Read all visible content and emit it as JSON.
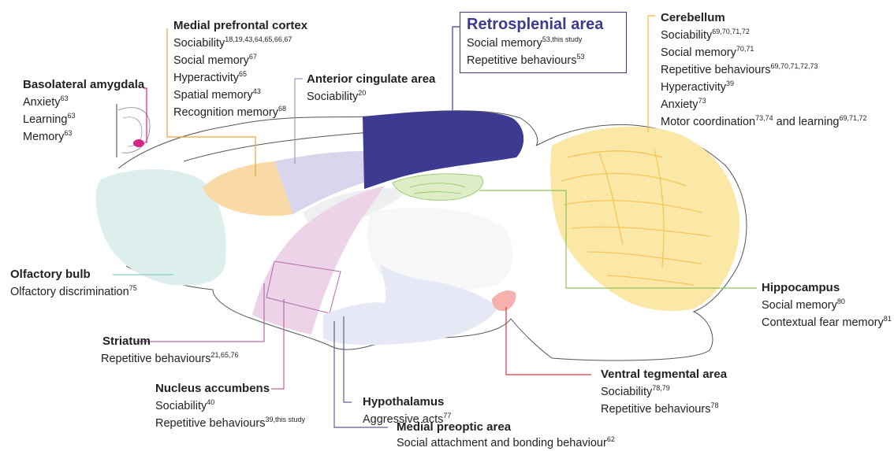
{
  "regions": {
    "basolateral": {
      "title": "Basolateral amygdala",
      "items": [
        {
          "text": "Anxiety",
          "sup": "63"
        },
        {
          "text": "Learning",
          "sup": "63"
        },
        {
          "text": "Memory",
          "sup": "63"
        }
      ]
    },
    "mpfc": {
      "title": "Medial prefrontal cortex",
      "items": [
        {
          "text": "Sociability",
          "sup": "18,19,43,64,65,66,67"
        },
        {
          "text": "Social memory",
          "sup": "67"
        },
        {
          "text": "Hyperactivity",
          "sup": "65"
        },
        {
          "text": "Spatial memory",
          "sup": "43"
        },
        {
          "text": "Recognition memory",
          "sup": "68"
        }
      ]
    },
    "acc": {
      "title": "Anterior cingulate area",
      "items": [
        {
          "text": "Sociability",
          "sup": "20"
        }
      ]
    },
    "retro": {
      "title": "Retrosplenial area",
      "items": [
        {
          "text": "Social memory",
          "sup": "53,this study"
        },
        {
          "text": "Repetitive behaviours",
          "sup": "53"
        }
      ]
    },
    "cerebellum": {
      "title": "Cerebellum",
      "items": [
        {
          "text": "Sociability",
          "sup": "69,70,71,72"
        },
        {
          "text": "Social memory",
          "sup": "70,71"
        },
        {
          "text": "Repetitive behaviours",
          "sup": "69,70,71,72,73"
        },
        {
          "text": "Hyperactivity",
          "sup": "39"
        },
        {
          "text": "Anxiety",
          "sup": "73"
        },
        {
          "text": "Motor coordination",
          "sup": "73,74",
          "text2": " and learning",
          "sup2": "69,71,72"
        }
      ]
    },
    "olfactory": {
      "title": "Olfactory bulb",
      "items": [
        {
          "text": "Olfactory discrimination",
          "sup": "75"
        }
      ]
    },
    "hippocampus": {
      "title": "Hippocampus",
      "items": [
        {
          "text": "Social memory",
          "sup": "80"
        },
        {
          "text": "Contextual fear memory",
          "sup": "81"
        }
      ]
    },
    "striatum": {
      "title": "Striatum",
      "items": [
        {
          "text": "Repetitive behaviours",
          "sup": "21,65,76"
        }
      ]
    },
    "nacc": {
      "title": "Nucleus accumbens",
      "items": [
        {
          "text": "Sociability",
          "sup": "40"
        },
        {
          "text": "Repetitive behaviours",
          "sup": "39,this study"
        }
      ]
    },
    "hypothalamus": {
      "title": "Hypothalamus",
      "items": [
        {
          "text": "Aggressive acts",
          "sup": "77"
        }
      ]
    },
    "vta": {
      "title": "Ventral tegmental area",
      "items": [
        {
          "text": "Sociability",
          "sup": "78,79"
        },
        {
          "text": "Repetitive behaviours",
          "sup": "78"
        }
      ]
    },
    "mpoa": {
      "title": "Medial preoptic area",
      "items": [
        {
          "text": "Social attachment and bonding behaviour",
          "sup": "62"
        }
      ]
    }
  },
  "colors": {
    "retrosplenial": "#3d3a92",
    "cerebellum": "#fbe7a6",
    "cerebellum_line": "#f3b63a",
    "mpfc": "#f9d9a6",
    "mpfc_line": "#f0a33a",
    "acc": "#d8d5ec",
    "acc_line": "#9d97c9",
    "olfactory": "#dcefec",
    "olfactory_line": "#8cc9c6",
    "striatum": "#ecd3e8",
    "striatum_line": "#b56aa9",
    "hippocampus": "#ddeec6",
    "hippocampus_line": "#8cc35a",
    "hypothalamus": "#e6e9f5",
    "hypothalamus_line": "#5a6190",
    "vta": "#f4b1ae",
    "vta_line": "#e0383c",
    "amygdala": "#d6248c"
  }
}
